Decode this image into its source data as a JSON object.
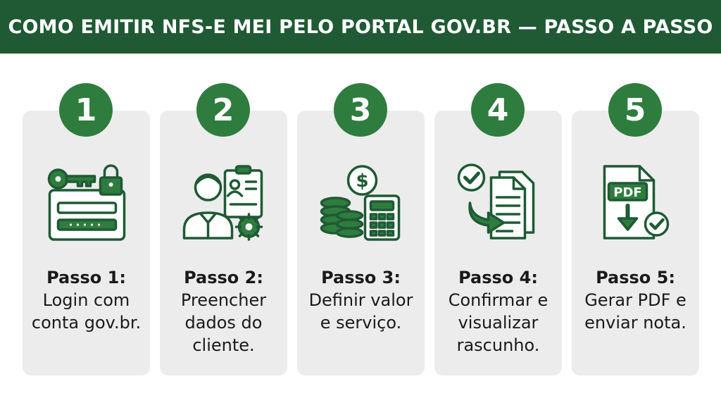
{
  "header": {
    "title": "COMO EMITIR NFS-E MEI PELO PORTAL GOV.BR — PASSO A PASSO"
  },
  "colors": {
    "header_bg": "#1f5a34",
    "badge_bg": "#2e7d3e",
    "card_bg": "#ececec",
    "icon_stroke": "#1f5a34"
  },
  "steps": [
    {
      "number": "1",
      "title": "Passo 1:",
      "description": "Login com conta gov.br.",
      "icon": "key-lock-login-icon"
    },
    {
      "number": "2",
      "title": "Passo 2:",
      "description": "Preencher dados do cliente.",
      "icon": "person-clipboard-gear-icon"
    },
    {
      "number": "3",
      "title": "Passo 3:",
      "description": "Definir valor e serviço.",
      "icon": "coins-calculator-icon"
    },
    {
      "number": "4",
      "title": "Passo 4:",
      "description": "Confirmar e visualizar rascunho.",
      "icon": "check-documents-arrow-icon"
    },
    {
      "number": "5",
      "title": "Passo 5:",
      "description": "Gerar PDF e enviar nota.",
      "icon": "pdf-download-check-icon"
    }
  ],
  "icons": {
    "pdf_label": "PDF"
  }
}
